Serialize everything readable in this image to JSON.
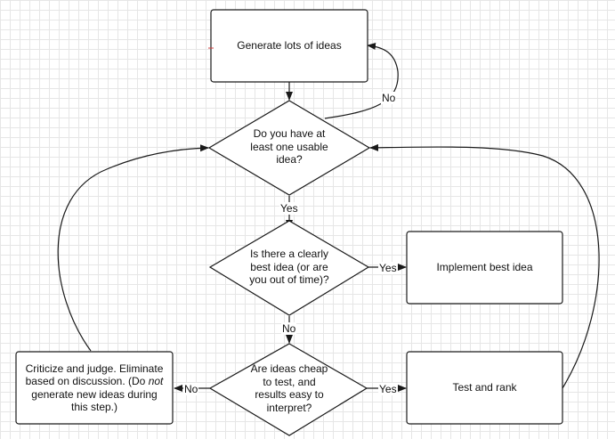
{
  "nodes": {
    "generate": "Generate lots of ideas",
    "decision_usable": "Do you have at least one usable idea?",
    "decision_best": "Is there a clearly best idea (or are you out of time)?",
    "implement": "Implement best idea",
    "decision_cheap": "Are ideas cheap to test, and results easy to interpret?",
    "test": "Test and rank",
    "criticize_a": "Criticize and judge. Eliminate based on discussion. (Do ",
    "criticize_em": "not",
    "criticize_b": " generate new ideas during this step.)"
  },
  "edge_labels": {
    "no_loop": "No",
    "yes_usable": "Yes",
    "yes_implement": "Yes",
    "no_best": "No",
    "no_cheap": "No",
    "yes_test": "Yes"
  },
  "colors": {
    "stroke": "#1a1a1a",
    "fill": "#ffffff",
    "grid": "#e6e6e6"
  }
}
